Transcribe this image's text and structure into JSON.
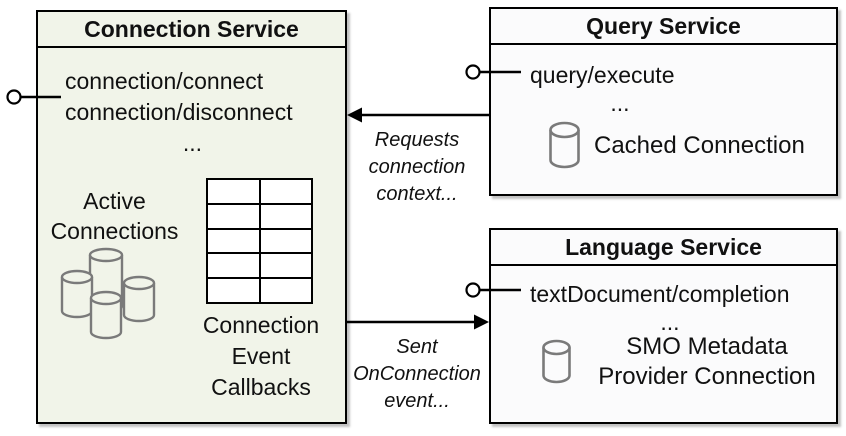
{
  "colors": {
    "connection_fill": "#f1f4e9",
    "service_fill": "#fbfbfc",
    "border": "#000000",
    "cylinder_stroke": "#7a7a7a",
    "text": "#111111"
  },
  "connection_service": {
    "title": "Connection Service",
    "method_1": "connection/connect",
    "method_2": "connection/disconnect",
    "ellipsis": "...",
    "active_connections_label": "Active Connections",
    "callbacks_label": "Connection Event Callbacks"
  },
  "query_service": {
    "title": "Query Service",
    "method_1": "query/execute",
    "ellipsis": "...",
    "connection_label": "Cached Connection"
  },
  "language_service": {
    "title": "Language Service",
    "method_1": "textDocument/completion",
    "ellipsis": "...",
    "connection_label": "SMO Metadata Provider Connection"
  },
  "arrows": {
    "requests_label": "Requests connection context...",
    "sent_label": "Sent OnConnection event..."
  }
}
